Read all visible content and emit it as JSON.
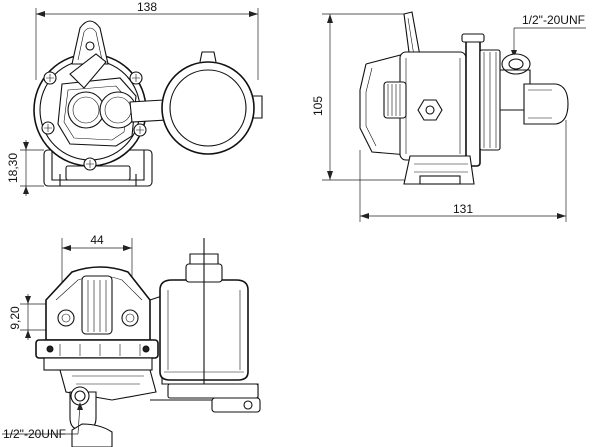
{
  "dimensions": {
    "front_width": "138",
    "front_base_height": "18,30",
    "side_height": "105",
    "side_length": "131",
    "top_width": "44",
    "top_height": "9,20"
  },
  "threads": {
    "side_port": "1/2\"-20UNF",
    "bottom_port": "1/2\"-20UNF"
  }
}
